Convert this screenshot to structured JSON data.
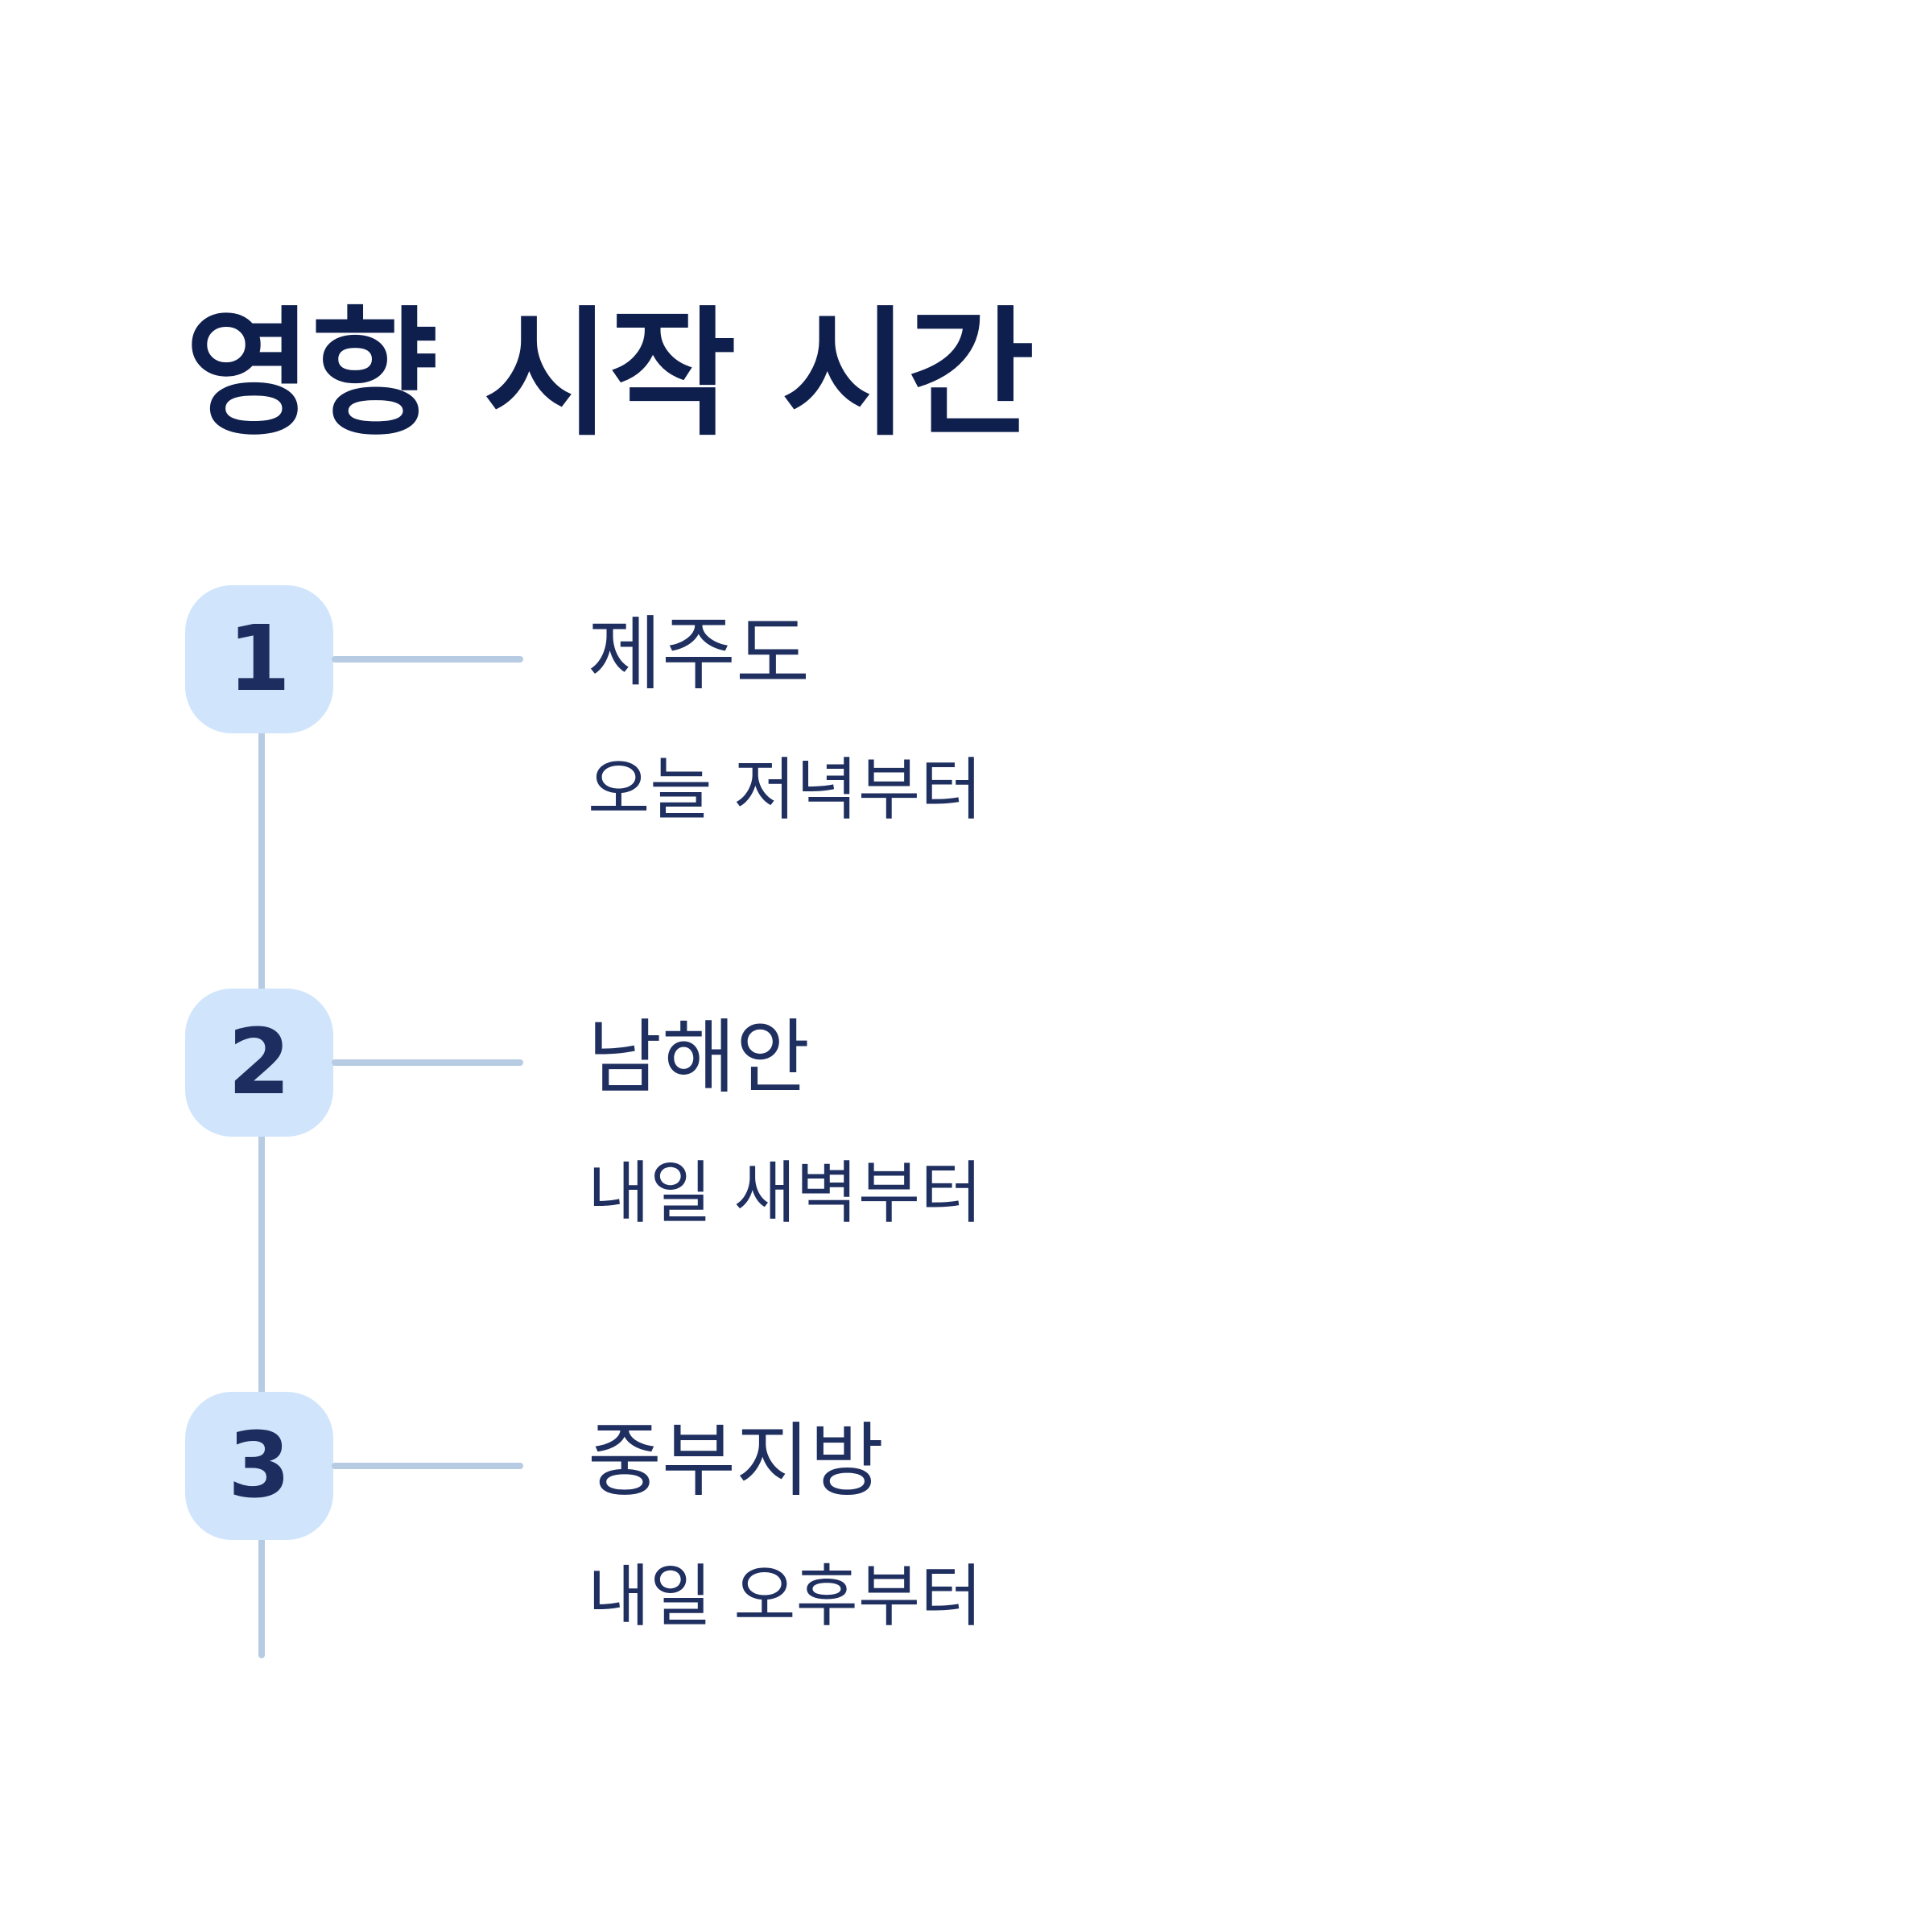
{
  "title": "영향 시작 시간",
  "steps": [
    {
      "number": "1",
      "region": "제주도",
      "time": "오늘 저녁부터"
    },
    {
      "number": "2",
      "region": "남해안",
      "time": "내일 새벽부터"
    },
    {
      "number": "3",
      "region": "중부지방",
      "time": "내일 오후부터"
    }
  ],
  "colors": {
    "title": "#0f1f4d",
    "text": "#1f2f60",
    "badge_bg": "#d0e5fc",
    "line": "#b7cbe2"
  }
}
